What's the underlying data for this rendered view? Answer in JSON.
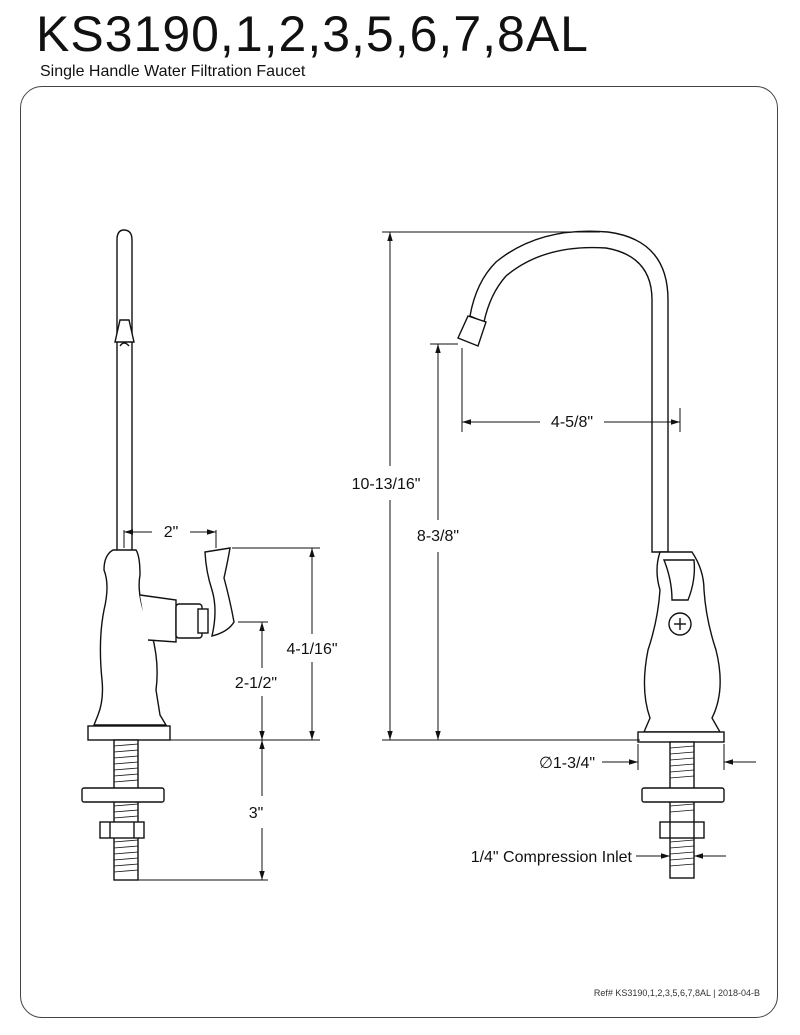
{
  "header": {
    "title": "KS3190,1,2,3,5,6,7,8AL",
    "subtitle": "Single Handle Water Filtration Faucet"
  },
  "dimensions": {
    "spout_offset": "2\"",
    "body_height": "4-1/16\"",
    "handle_height": "2-1/2\"",
    "shank_length": "3\"",
    "overall_height": "10-13/16\"",
    "spout_reach": "4-5/8\"",
    "spout_height": "8-3/8\"",
    "base_diameter": "∅1-3/4\"",
    "inlet": "1/4\" Compression Inlet"
  },
  "footer": {
    "reference": "Ref# KS3190,1,2,3,5,6,7,8AL | 2018-04-B"
  }
}
